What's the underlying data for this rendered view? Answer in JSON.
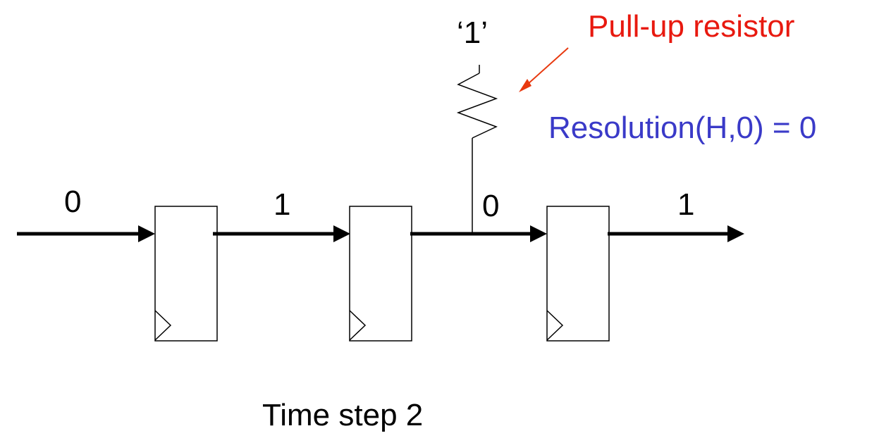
{
  "colors": {
    "wire": "#000000",
    "box_border": "#000000",
    "callout_red": "#e8190f",
    "arrow_red": "#e8390f",
    "resolution_blue": "#3a3ac8"
  },
  "labels": {
    "input_value": "0",
    "stage1_output": "1",
    "stage2_output": "0",
    "stage3_output": "1",
    "pullup_supply": "‘1’",
    "pullup_title": "Pull-up resistor",
    "resolution": "Resolution(H,0) = 0",
    "caption": "Time step 2"
  }
}
